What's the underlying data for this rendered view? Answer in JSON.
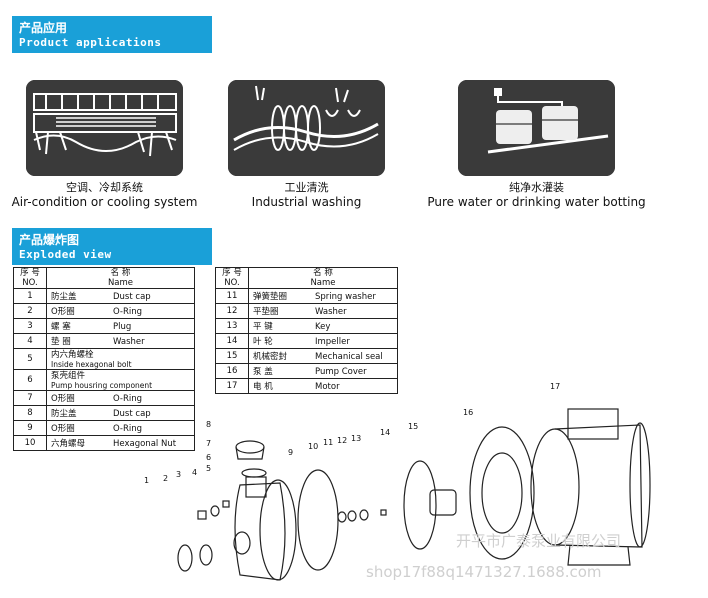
{
  "sections": {
    "applications": {
      "title_zh": "产品应用",
      "title_en": "Product applications"
    },
    "exploded": {
      "title_zh": "产品爆炸图",
      "title_en": "Exploded view"
    }
  },
  "applications": [
    {
      "icon": "air-conditioner-icon",
      "caption_zh": "空调、冷却系统",
      "caption_en": "Air-condition or cooling system"
    },
    {
      "icon": "industrial-washing-icon",
      "caption_zh": "工业清洗",
      "caption_en": "Industrial washing"
    },
    {
      "icon": "water-bottling-icon",
      "caption_zh": "纯净水灌装",
      "caption_en": "Pure water or drinking water botting"
    }
  ],
  "parts_table": {
    "no_zh": "序 号",
    "no_en": "NO.",
    "name_zh": "名 称",
    "name_en": "Name",
    "left": [
      {
        "no": "1",
        "zh": "防尘盖",
        "en": "Dust cap"
      },
      {
        "no": "2",
        "zh": "O形圈",
        "en": "O-Ring"
      },
      {
        "no": "3",
        "zh": "螺 塞",
        "en": "Plug"
      },
      {
        "no": "4",
        "zh": "垫 圈",
        "en": "Washer"
      },
      {
        "no": "5",
        "zh": "内六角螺栓",
        "en": "Inside hexagonal bolt"
      },
      {
        "no": "6",
        "zh": "泵壳组件",
        "en": "Pump housring component"
      },
      {
        "no": "7",
        "zh": "O形圈",
        "en": "O-Ring"
      },
      {
        "no": "8",
        "zh": "防尘盖",
        "en": "Dust cap"
      },
      {
        "no": "9",
        "zh": "O形圈",
        "en": "O-Ring"
      },
      {
        "no": "10",
        "zh": "六角螺母",
        "en": "Hexagonal Nut"
      }
    ],
    "right": [
      {
        "no": "11",
        "zh": "弹簧垫圈",
        "en": "Spring washer"
      },
      {
        "no": "12",
        "zh": "平垫圈",
        "en": "Washer"
      },
      {
        "no": "13",
        "zh": "平 键",
        "en": "Key"
      },
      {
        "no": "14",
        "zh": "叶 轮",
        "en": "Impeller"
      },
      {
        "no": "15",
        "zh": "机械密封",
        "en": "Mechanical seal"
      },
      {
        "no": "16",
        "zh": "泵 盖",
        "en": "Pump Cover"
      },
      {
        "no": "17",
        "zh": "电 机",
        "en": "Motor"
      }
    ]
  },
  "diagram_labels": [
    "1",
    "2",
    "3",
    "4",
    "5",
    "6",
    "7",
    "8",
    "9",
    "10",
    "11",
    "12",
    "13",
    "14",
    "15",
    "16",
    "17"
  ],
  "watermark": {
    "line1": "开平市广泰泵业有限公司",
    "line2": "shop17f88q1471327.1688.com"
  },
  "colors": {
    "band": "#1aa0d8",
    "panel": "#3a3a3a"
  }
}
